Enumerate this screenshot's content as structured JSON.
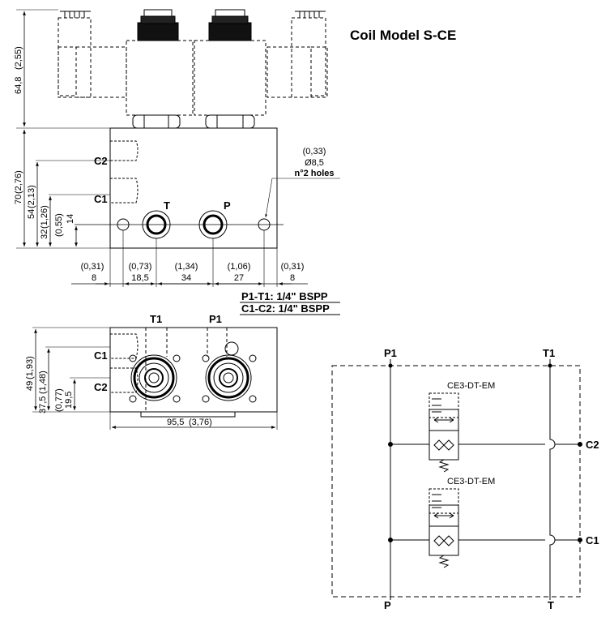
{
  "title": "Coil Model S-CE",
  "front_view": {
    "port_labels": {
      "c2": "C2",
      "c1": "C1",
      "t": "T",
      "p": "P"
    },
    "height_total": "64,8",
    "height_total_in": "(2,55)",
    "vertical_dims": [
      {
        "mm": "70",
        "in": "(2,76)"
      },
      {
        "mm": "54",
        "in": "(2,13)"
      },
      {
        "mm": "32",
        "in": "(1,26)"
      },
      {
        "mm": "14",
        "in": "(0,55)"
      }
    ],
    "horizontal_dims": [
      {
        "mm": "8",
        "in": "(0,31)"
      },
      {
        "mm": "18,5",
        "in": "(0,73)"
      },
      {
        "mm": "34",
        "in": "(1,34)"
      },
      {
        "mm": "27",
        "in": "(1,06)"
      },
      {
        "mm": "8",
        "in": "(0,31)"
      }
    ],
    "hole_note": {
      "in": "(0,33)",
      "dia": "Ø8,5",
      "count": "n°2 holes"
    }
  },
  "port_spec": {
    "p1_t1": "P1-T1: 1/4\" BSPP",
    "c1_c2": "C1-C2: 1/4\" BSPP"
  },
  "side_view": {
    "port_labels": {
      "t1": "T1",
      "p1": "P1",
      "c1": "C1",
      "c2": "C2"
    },
    "vertical_dims": [
      {
        "mm": "49",
        "in": "(1,93)"
      },
      {
        "mm": "37,5",
        "in": "(1,48)"
      },
      {
        "mm": "19,5",
        "in": "(0,77)"
      }
    ],
    "width": {
      "mm": "95,5",
      "in": "(3,76)"
    }
  },
  "schematic": {
    "ports": {
      "p1": "P1",
      "t1": "T1",
      "c2": "C2",
      "c1": "C1",
      "p": "P",
      "t": "T"
    },
    "valves": [
      {
        "label": "CE3-DT-EM"
      },
      {
        "label": "CE3-DT-EM"
      }
    ]
  }
}
